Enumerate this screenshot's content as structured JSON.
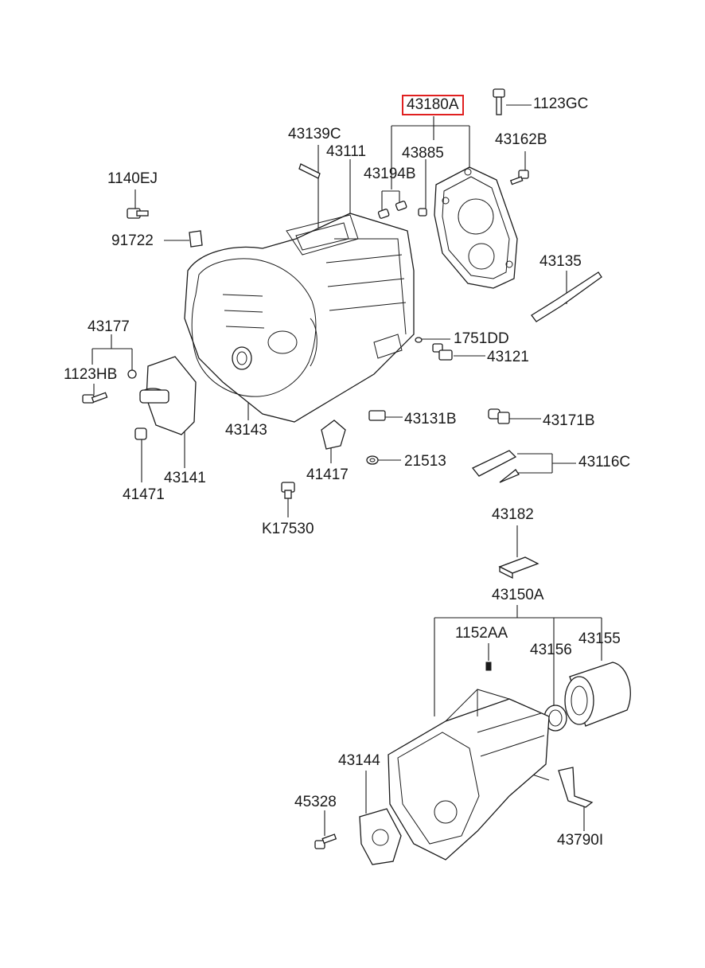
{
  "highlight_color": "#e02020",
  "labels": {
    "p43180A": "43180A",
    "p1123GC": "1123GC",
    "p43139C": "43139C",
    "p43111": "43111",
    "p43885": "43885",
    "p43162B": "43162B",
    "p43194B": "43194B",
    "p1140EJ": "1140EJ",
    "p91722": "91722",
    "p43135": "43135",
    "p43177": "43177",
    "p1751DD": "1751DD",
    "p43121": "43121",
    "p1123HB": "1123HB",
    "p43131B": "43131B",
    "p43171B": "43171B",
    "p43143": "43143",
    "p41417": "41417",
    "p21513": "21513",
    "p43116C": "43116C",
    "p43141": "43141",
    "p41471": "41471",
    "pK17530": "K17530",
    "p43182": "43182",
    "p43150A": "43150A",
    "p1152AA": "1152AA",
    "p43156": "43156",
    "p43155": "43155",
    "p43144": "43144",
    "p45328": "45328",
    "p43790I": "43790I"
  }
}
